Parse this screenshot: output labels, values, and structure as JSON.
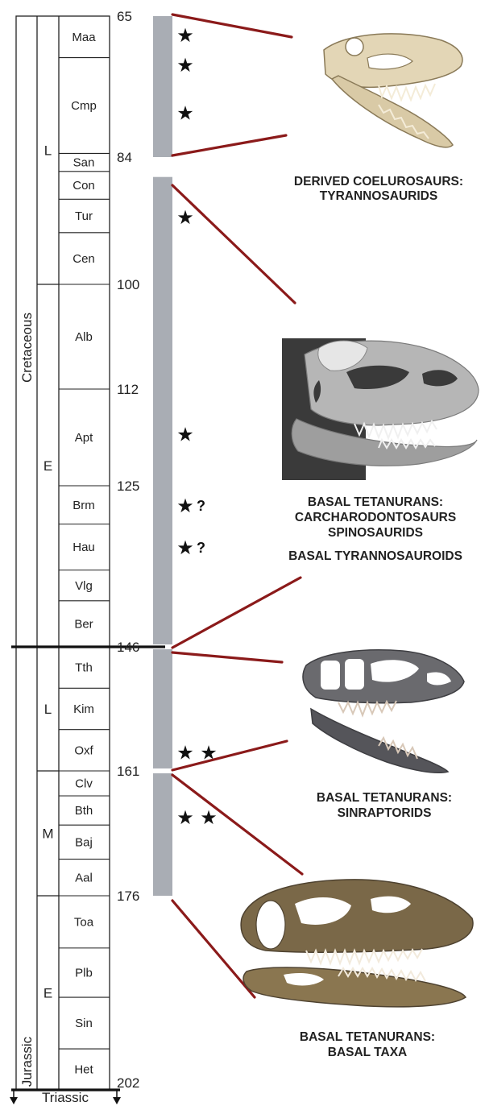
{
  "periods": [
    {
      "name": "Cretaceous",
      "start": 65,
      "end": 146
    },
    {
      "name": "Jurassic",
      "start": 146,
      "end": 202
    }
  ],
  "bottom_label": "Triassic",
  "epochs": [
    {
      "name": "L",
      "start": 65,
      "end": 100
    },
    {
      "name": "E",
      "start": 100,
      "end": 146
    },
    {
      "name": "L",
      "start": 146,
      "end": 161
    },
    {
      "name": "M",
      "start": 161,
      "end": 176
    },
    {
      "name": "E",
      "start": 176,
      "end": 202
    }
  ],
  "stages": [
    {
      "name": "Maa",
      "start": 65,
      "end": 70.6
    },
    {
      "name": "Cmp",
      "start": 70.6,
      "end": 83.5
    },
    {
      "name": "San",
      "start": 83.5,
      "end": 85.8
    },
    {
      "name": "Con",
      "start": 85.8,
      "end": 89.3
    },
    {
      "name": "Tur",
      "start": 89.3,
      "end": 93.5
    },
    {
      "name": "Cen",
      "start": 93.5,
      "end": 100
    },
    {
      "name": "Alb",
      "start": 100,
      "end": 112
    },
    {
      "name": "Apt",
      "start": 112,
      "end": 125
    },
    {
      "name": "Brm",
      "start": 125,
      "end": 130
    },
    {
      "name": "Hau",
      "start": 130,
      "end": 136
    },
    {
      "name": "Vlg",
      "start": 136,
      "end": 140
    },
    {
      "name": "Ber",
      "start": 140,
      "end": 146
    },
    {
      "name": "Tth",
      "start": 146,
      "end": 151
    },
    {
      "name": "Kim",
      "start": 151,
      "end": 156
    },
    {
      "name": "Oxf",
      "start": 156,
      "end": 161
    },
    {
      "name": "Clv",
      "start": 161,
      "end": 164
    },
    {
      "name": "Bth",
      "start": 164,
      "end": 167.5
    },
    {
      "name": "Baj",
      "start": 167.5,
      "end": 171.6
    },
    {
      "name": "Aal",
      "start": 171.6,
      "end": 176
    },
    {
      "name": "Toa",
      "start": 176,
      "end": 183
    },
    {
      "name": "Plb",
      "start": 183,
      "end": 189.6
    },
    {
      "name": "Sin",
      "start": 189.6,
      "end": 196.5
    },
    {
      "name": "Het",
      "start": 196.5,
      "end": 202
    }
  ],
  "age_ticks": [
    "65",
    "84",
    "100",
    "112",
    "125",
    "146",
    "161",
    "176",
    "202"
  ],
  "age_tick_values": [
    65,
    84,
    100,
    112,
    125,
    146,
    161,
    176,
    202
  ],
  "range_bars": [
    {
      "start": 65,
      "end": 84
    },
    {
      "start": 86.5,
      "end": 146
    },
    {
      "start": 146,
      "end": 161
    },
    {
      "start": 161,
      "end": 176
    }
  ],
  "occurrences": [
    {
      "age": 67.5,
      "count": 1,
      "query": ""
    },
    {
      "age": 71.5,
      "count": 1,
      "query": ""
    },
    {
      "age": 78,
      "count": 1,
      "query": ""
    },
    {
      "age": 91.5,
      "count": 1,
      "query": ""
    },
    {
      "age": 118,
      "count": 1,
      "query": ""
    },
    {
      "age": 127.5,
      "count": 1,
      "query": "?"
    },
    {
      "age": 133,
      "count": 1,
      "query": "?"
    },
    {
      "age": 158.7,
      "count": 2,
      "query": ""
    },
    {
      "age": 166.5,
      "count": 2,
      "query": ""
    }
  ],
  "groups": [
    {
      "lines": [
        "DERIVED COELUROSAURS:",
        "TYRANNOSAURIDS"
      ]
    },
    {
      "lines": [
        "BASAL TETANURANS:",
        "CARCHARODONTOSAURS",
        "SPINOSAURIDS",
        "BASAL TYRANNOSAUROIDS"
      ]
    },
    {
      "lines": [
        "BASAL TETANURANS:",
        "SINRAPTORIDS"
      ]
    },
    {
      "lines": [
        "BASAL TETANURANS:",
        "BASAL TAXA"
      ]
    }
  ],
  "colors": {
    "bar": "#a9adb4",
    "connector": "#8b1a1a",
    "ink": "#222222",
    "bone": "#e3d6b6",
    "dark_skull": "#3a3a3a",
    "fossil_brown": "#7a6848",
    "fossil_gray": "#6a6a6e"
  }
}
